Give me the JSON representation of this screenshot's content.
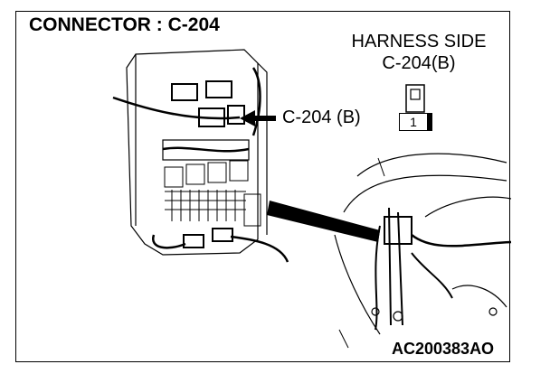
{
  "title": "CONNECTOR : C-204",
  "harness_side": {
    "line1": "HARNESS SIDE",
    "line2": "C-204(B)",
    "pin_number": "1"
  },
  "callout_label": "C-204 (B)",
  "figure_code": "AC200383AO"
}
